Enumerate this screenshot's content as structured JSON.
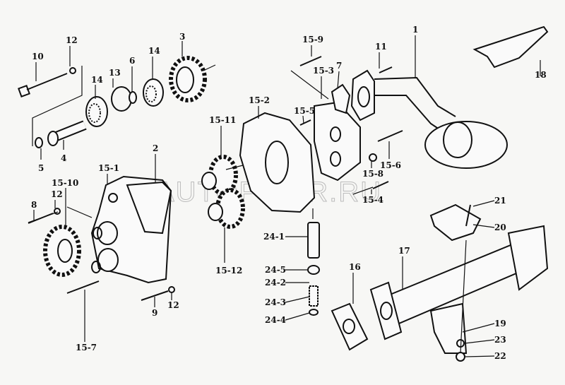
{
  "diagram": {
    "watermark": "AUTOPITER.RU",
    "labels": {
      "p1": "1",
      "p18": "18",
      "p15_9": "15-9",
      "p11": "11",
      "p15_3": "15-3",
      "p7": "7",
      "p15_2": "15-2",
      "p15_5": "15-5",
      "p15_11": "15-11",
      "p15_6": "15-6",
      "p15_8": "15-8",
      "p15_4": "15-4",
      "p10": "10",
      "p12a": "12",
      "p3": "3",
      "p14a": "14",
      "p6": "6",
      "p13": "13",
      "p14b": "14",
      "p5": "5",
      "p4": "4",
      "p2": "2",
      "p15_1": "15-1",
      "p15_10": "15-10",
      "p12b": "12",
      "p8": "8",
      "p24_1": "24-1",
      "p24_5": "24-5",
      "p24_2": "24-2",
      "p24_3": "24-3",
      "p24_4": "24-4",
      "p15_12": "15-12",
      "p16": "16",
      "p17": "17",
      "p21": "21",
      "p20": "20",
      "p19": "19",
      "p23": "23",
      "p22": "22",
      "p9": "9",
      "p12c": "12",
      "p15_7": "15-7"
    }
  }
}
